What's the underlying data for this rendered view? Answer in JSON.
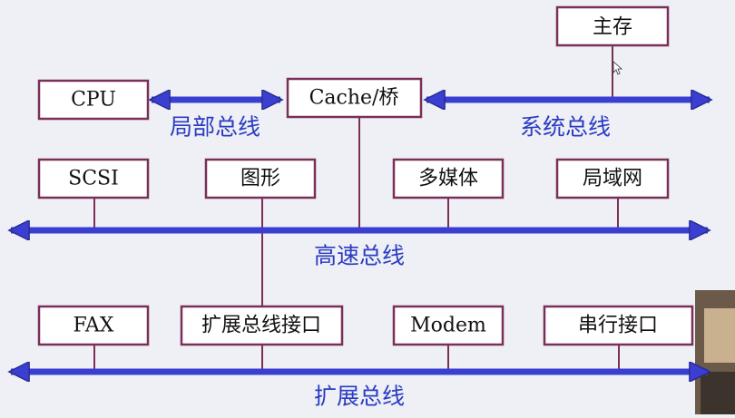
{
  "boxes": {
    "main_memory": "主存",
    "cpu": "CPU",
    "cache_bridge": "Cache/桥",
    "scsi": "SCSI",
    "graphics": "图形",
    "multimedia": "多媒体",
    "lan": "局域网",
    "fax": "FAX",
    "expansion_bus_interface": "扩展总线接口",
    "modem": "Modem",
    "serial_interface": "串行接口"
  },
  "bus_labels": {
    "local_bus": "局部总线",
    "system_bus": "系统总线",
    "high_speed_bus": "高速总线",
    "expansion_bus": "扩展总线"
  },
  "colors": {
    "background": "#eef0f5",
    "box_border": "#7a2f58",
    "box_fill": "#ffffff",
    "bus": "#3a3fd1",
    "bus_outline": "#262a8c",
    "label": "#2b3bc2",
    "connector": "#7a2f58"
  }
}
